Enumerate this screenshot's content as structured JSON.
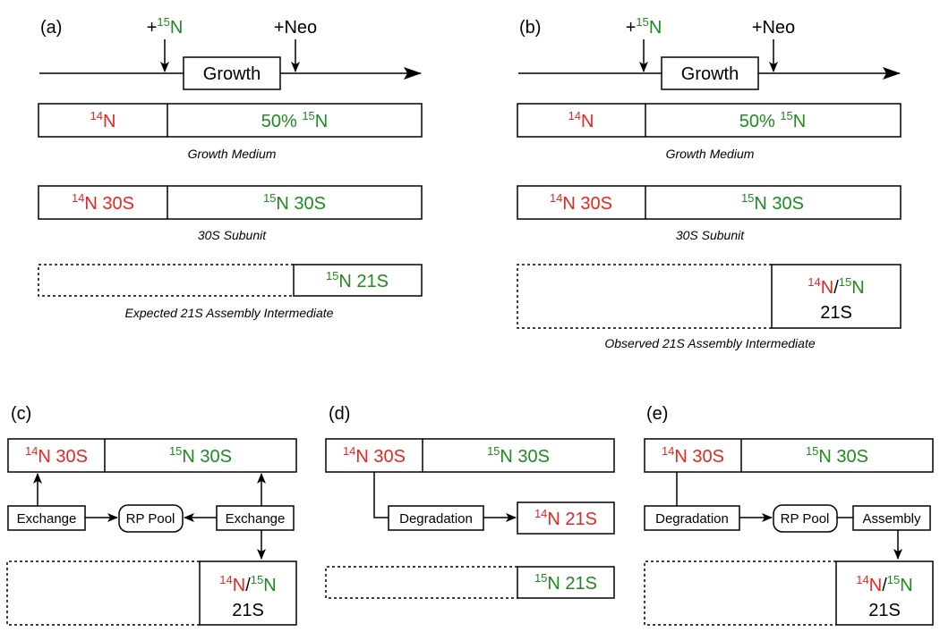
{
  "colors": {
    "n14": "#e8261f",
    "n15": "#1f8a1f",
    "text": "#000000"
  },
  "isotopes": {
    "n14_sup": "14",
    "n15_sup": "15",
    "element": "N",
    "slash": "/"
  },
  "panel_a": {
    "label": "(a)",
    "timeline": {
      "add_n15_prefix": "+",
      "add_neo": "+Neo",
      "growth": "Growth"
    },
    "medium": {
      "n15_prefix": "50% ",
      "caption": "Growth Medium"
    },
    "subunit": {
      "left_suffix": " 30S",
      "right_suffix": " 30S",
      "caption": "30S Subunit"
    },
    "intermediate": {
      "suffix": " 21S",
      "caption": "Expected 21S Assembly Intermediate"
    }
  },
  "panel_b": {
    "label": "(b)",
    "timeline": {
      "add_n15_prefix": "+",
      "add_neo": "+Neo",
      "growth": "Growth"
    },
    "medium": {
      "n15_prefix": "50% ",
      "caption": "Growth Medium"
    },
    "subunit": {
      "left_suffix": " 30S",
      "right_suffix": " 30S",
      "caption": "30S Subunit"
    },
    "intermediate": {
      "line2": "21S",
      "caption": "Observed 21S Assembly Intermediate"
    }
  },
  "panel_c": {
    "label": "(c)",
    "subunit": {
      "left_suffix": " 30S",
      "right_suffix": " 30S"
    },
    "exchange_left": "Exchange",
    "pool": "RP Pool",
    "exchange_right": "Exchange",
    "intermediate": {
      "line2": "21S"
    }
  },
  "panel_d": {
    "label": "(d)",
    "subunit": {
      "left_suffix": " 30S",
      "right_suffix": " 30S"
    },
    "degradation": "Degradation",
    "degraded": {
      "suffix": " 21S"
    },
    "intermediate": {
      "suffix": " 21S"
    }
  },
  "panel_e": {
    "label": "(e)",
    "subunit": {
      "left_suffix": " 30S",
      "right_suffix": " 30S"
    },
    "degradation": "Degradation",
    "pool": "RP Pool",
    "assembly": "Assembly",
    "intermediate": {
      "line2": "21S"
    }
  }
}
